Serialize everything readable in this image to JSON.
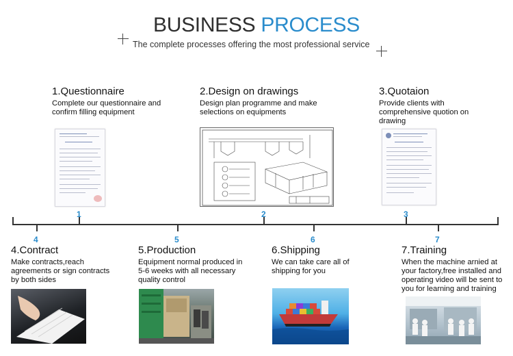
{
  "header": {
    "title_dark": "BUSINESS",
    "title_accent": "PROCESS",
    "subtitle": "The complete processes offering the most professional service"
  },
  "steps": [
    {
      "number": "1",
      "title": "1.Questionnaire",
      "desc": "Complete our questionnaire and confirm filling equipment"
    },
    {
      "number": "2",
      "title": "2.Design on drawings",
      "desc": "Design plan programme and make selections on equipments"
    },
    {
      "number": "3",
      "title": "3.Quotaion",
      "desc": "Provide clients with comprehensive quotion on drawing"
    },
    {
      "number": "4",
      "title": "4.Contract",
      "desc": "Make contracts,reach agreements or sign contracts by both sides"
    },
    {
      "number": "5",
      "title": "5.Production",
      "desc": "Equipment normal produced in 5-6 weeks with all necessary quality control"
    },
    {
      "number": "6",
      "title": "6.Shipping",
      "desc": "We can take care all of shipping for you"
    },
    {
      "number": "7",
      "title": "7.Training",
      "desc": "When the machine arnied at your factory,free installed and operating video will be sent to you for learning and training"
    }
  ],
  "colors": {
    "accent": "#2a8ccc",
    "text": "#111111",
    "timeline": "#333333"
  }
}
